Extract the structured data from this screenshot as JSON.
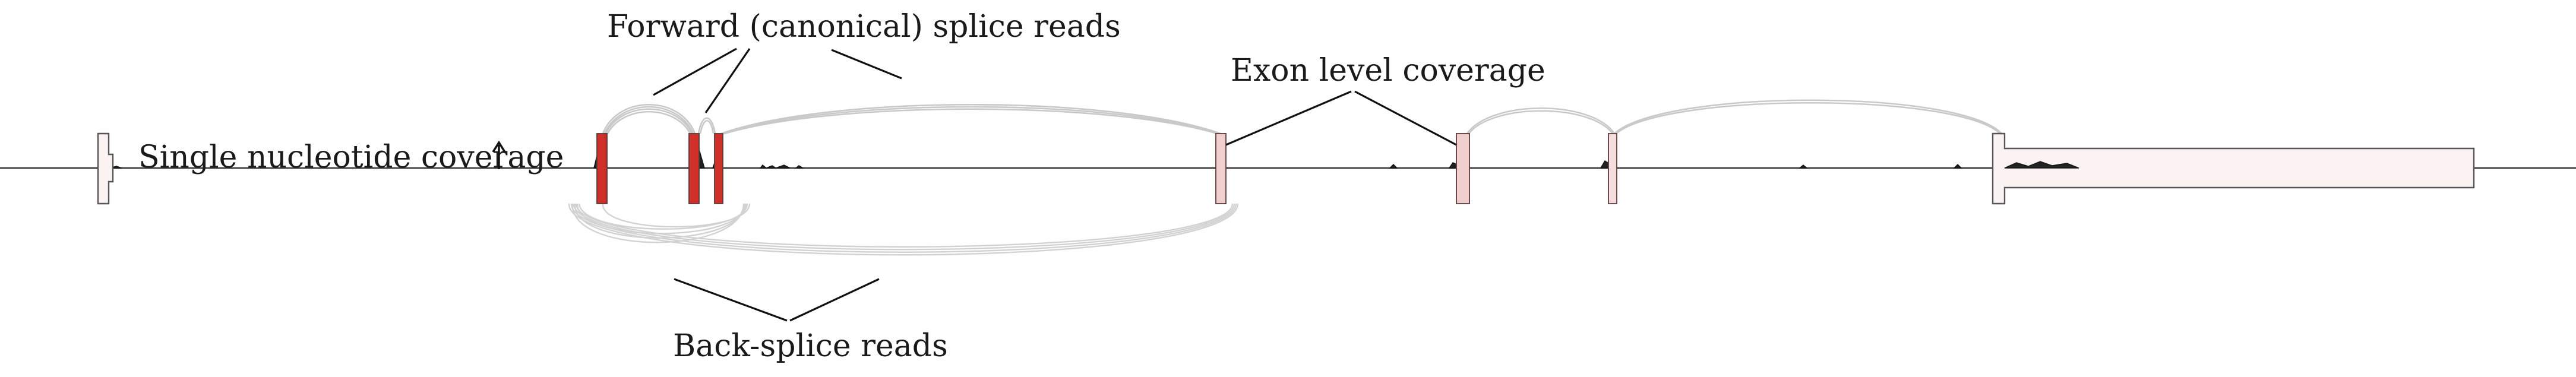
{
  "labels": {
    "single_nucleotide": "Single nucleotide coverage",
    "forward_splice": "Forward (canonical) splice reads",
    "exon_level": "Exon level coverage",
    "back_splice": "Back-splice reads"
  },
  "colors": {
    "exon_high": "#d0302a",
    "exon_low": "#f2cfcf",
    "utr_fill": "#fbf2f2",
    "arc": "#c9c9c9",
    "axis": "#333333"
  },
  "icons": {
    "coverage_arrow": "up-arrow-icon"
  },
  "exons": [
    {
      "id": "exon-1",
      "coverage": "high"
    },
    {
      "id": "exon-2",
      "coverage": "high"
    },
    {
      "id": "exon-3",
      "coverage": "high"
    },
    {
      "id": "exon-4",
      "coverage": "low"
    },
    {
      "id": "exon-5",
      "coverage": "low"
    },
    {
      "id": "exon-6",
      "coverage": "low"
    },
    {
      "id": "exon-7-utr",
      "coverage": "low"
    }
  ]
}
